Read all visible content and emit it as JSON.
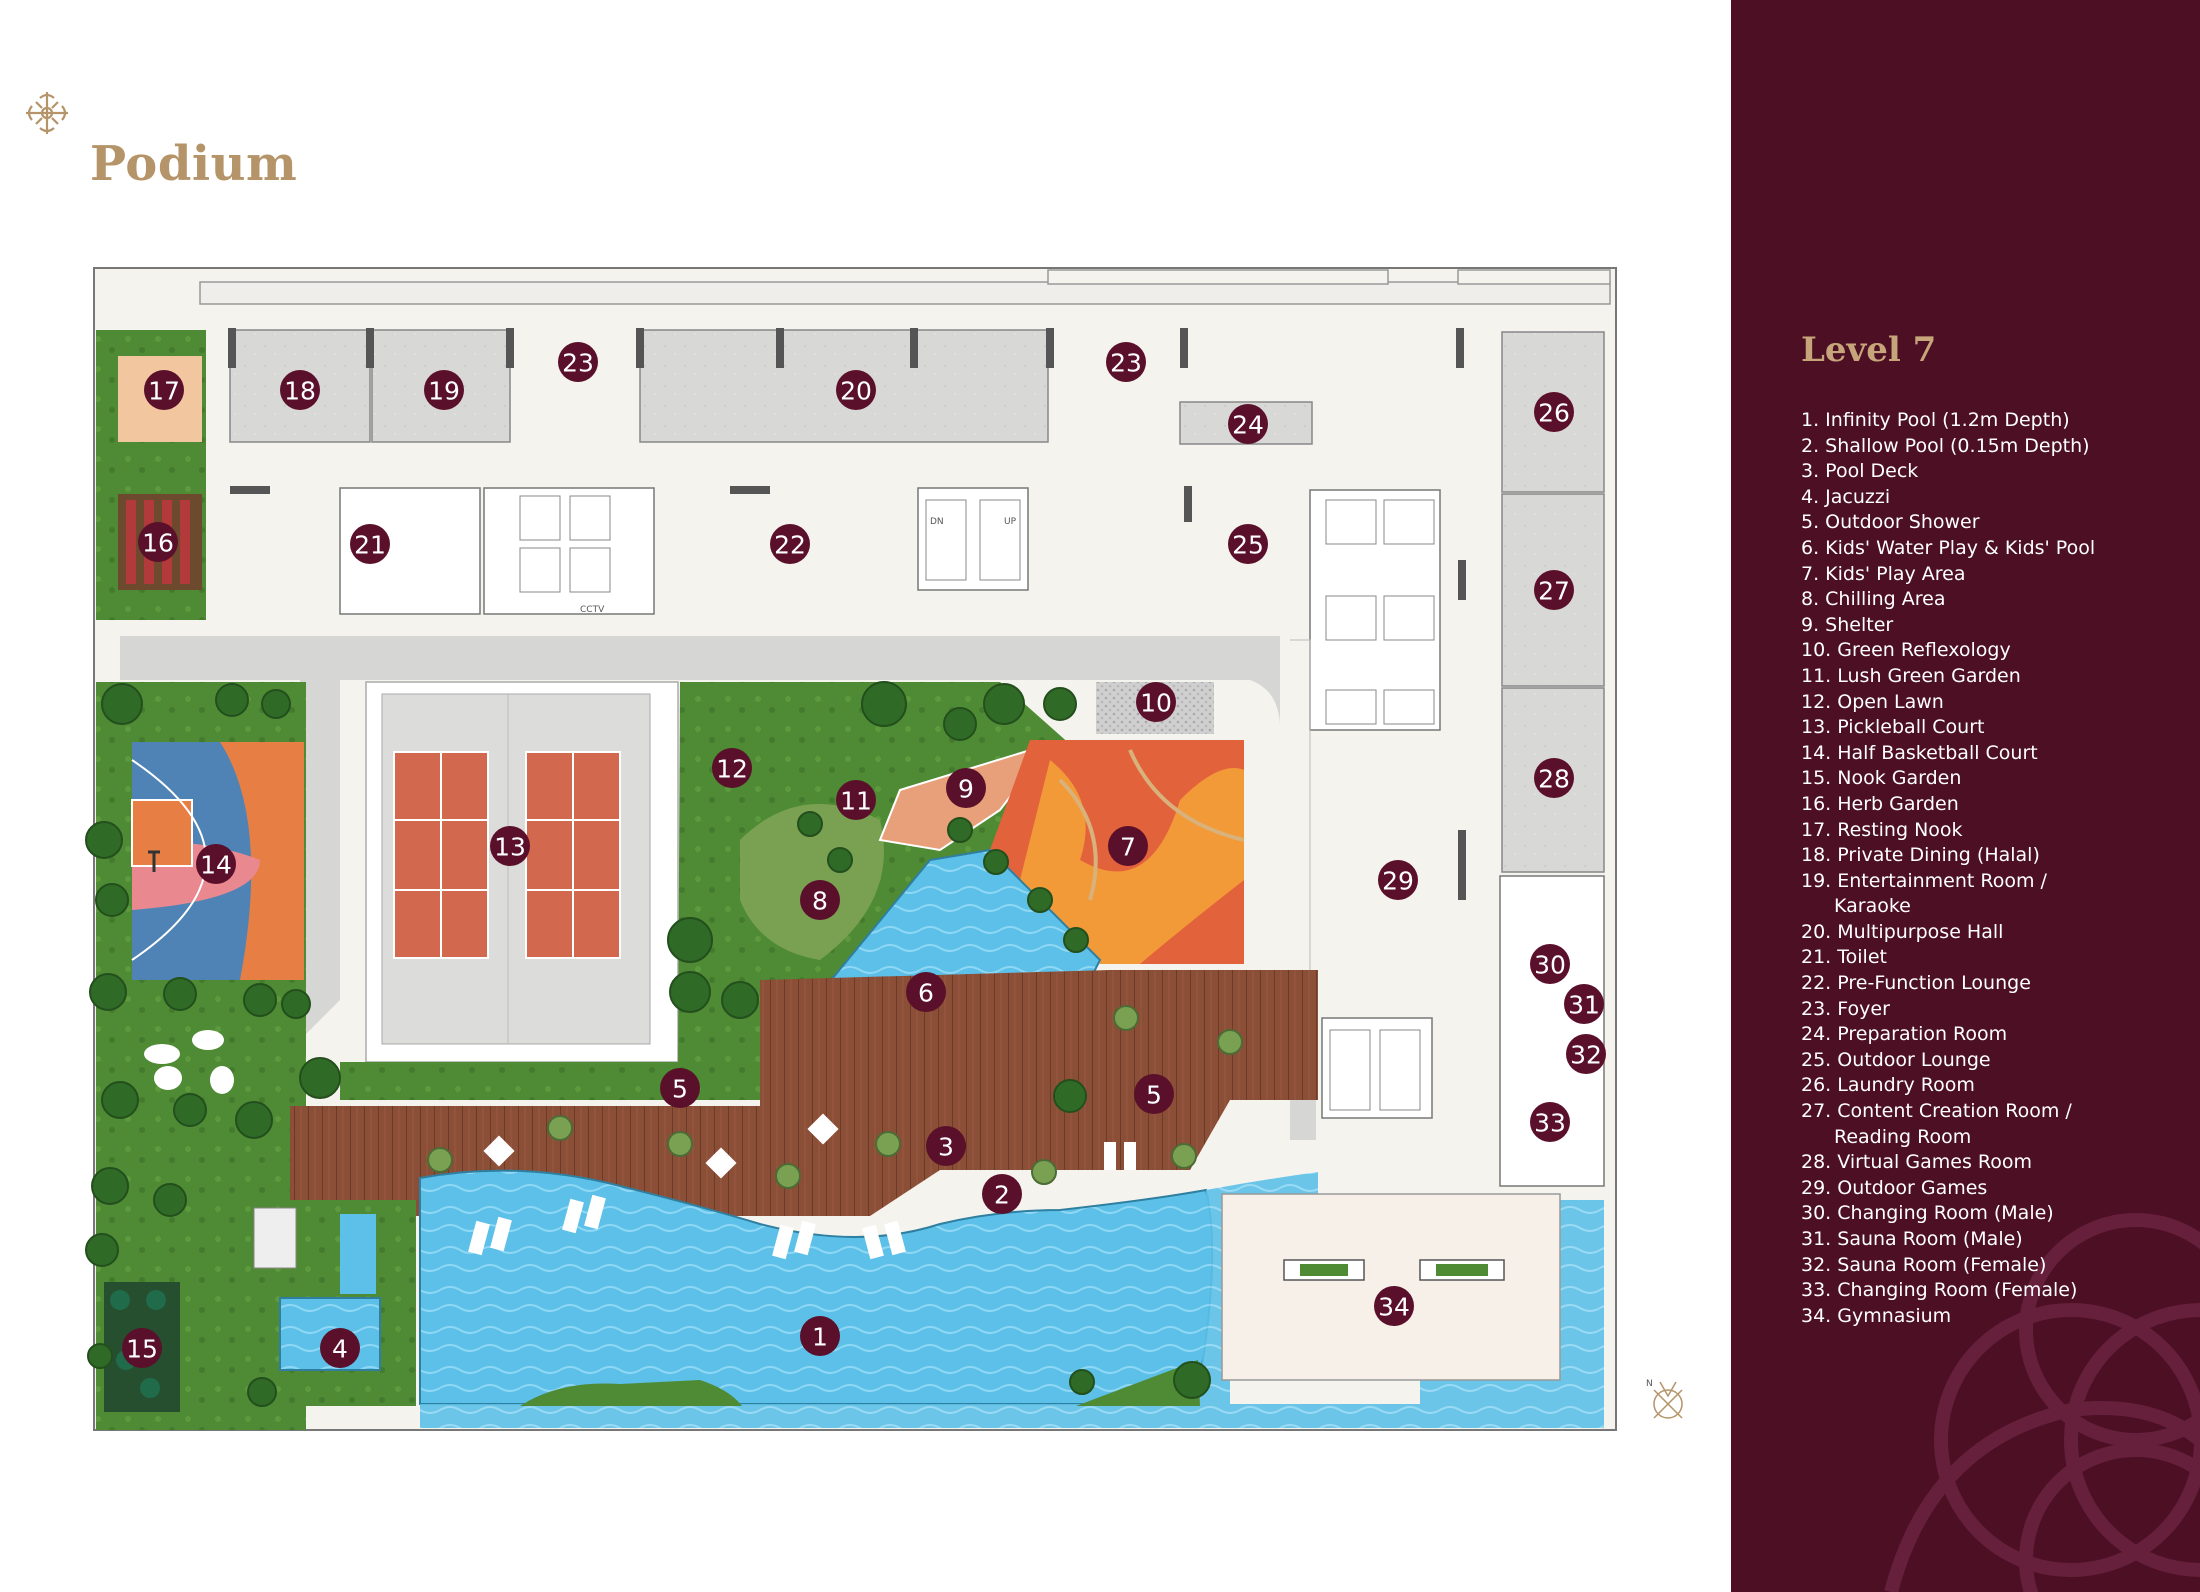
{
  "title": "Podium",
  "level_title": "Level 7",
  "legend": [
    {
      "text": "1. Infinity Pool (1.2m Depth)"
    },
    {
      "text": "2. Shallow Pool (0.15m Depth)"
    },
    {
      "text": "3. Pool Deck"
    },
    {
      "text": "4. Jacuzzi"
    },
    {
      "text": "5. Outdoor Shower"
    },
    {
      "text": "6. Kids' Water Play & Kids' Pool"
    },
    {
      "text": "7. Kids' Play Area"
    },
    {
      "text": "8. Chilling Area"
    },
    {
      "text": "9. Shelter"
    },
    {
      "text": "10. Green Reflexology"
    },
    {
      "text": "11. Lush Green Garden"
    },
    {
      "text": "12. Open Lawn"
    },
    {
      "text": "13. Pickleball Court"
    },
    {
      "text": "14. Half Basketball Court"
    },
    {
      "text": "15. Nook Garden"
    },
    {
      "text": "16. Herb Garden"
    },
    {
      "text": "17. Resting Nook"
    },
    {
      "text": "18. Private Dining (Halal)"
    },
    {
      "text": "19. Entertainment Room /",
      "cont": "Karaoke"
    },
    {
      "text": "20. Multipurpose Hall"
    },
    {
      "text": "21. Toilet"
    },
    {
      "text": "22. Pre-Function Lounge"
    },
    {
      "text": "23. Foyer"
    },
    {
      "text": "24. Preparation Room"
    },
    {
      "text": "25. Outdoor Lounge"
    },
    {
      "text": "26. Laundry Room"
    },
    {
      "text": "27. Content Creation Room /",
      "cont": "Reading Room"
    },
    {
      "text": "28. Virtual Games Room"
    },
    {
      "text": "29. Outdoor Games"
    },
    {
      "text": "30. Changing Room (Male)"
    },
    {
      "text": "31. Sauna Room (Male)"
    },
    {
      "text": "32. Sauna Room (Female)"
    },
    {
      "text": "33. Changing Room (Female)"
    },
    {
      "text": "34. Gymnasium"
    }
  ],
  "markers": [
    "1",
    "2",
    "3",
    "4",
    "5",
    "5",
    "6",
    "7",
    "8",
    "9",
    "10",
    "11",
    "12",
    "13",
    "14",
    "15",
    "16",
    "17",
    "18",
    "19",
    "20",
    "21",
    "22",
    "23",
    "23",
    "24",
    "25",
    "26",
    "27",
    "28",
    "29",
    "30",
    "31",
    "32",
    "33",
    "34"
  ],
  "plan_labels": {
    "dn": "DN",
    "up": "UP",
    "cctv": "CCTV"
  },
  "compass_label": "N",
  "colors": {
    "panel_bg": "#4c0f24",
    "accent_gold": "#b49468",
    "marker_fill": "#5a0f2a",
    "pool_blue": "#5cc0e8",
    "deck_brown": "#8b4e36",
    "lawn_green": "#4f8a34",
    "court_orange": "#d2684e"
  },
  "icons": [
    "logo-icon",
    "compass-icon",
    "panel-ornament-icon",
    "tree-icon",
    "lounger-icon"
  ]
}
